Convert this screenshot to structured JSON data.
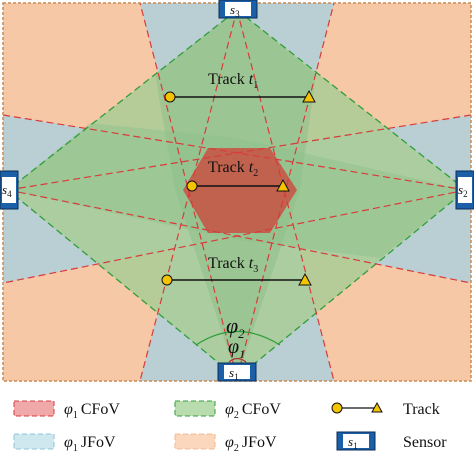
{
  "colors": {
    "phi1_cfov": "#e25a5a",
    "phi2_cfov": "#3aa84a",
    "phi1_jfov": "#8ec6d8",
    "phi2_jfov": "#f5b98c",
    "track_point": "#f5c400",
    "sensor": "#1a5fa8"
  },
  "sensors": [
    {
      "name": "s",
      "sub": "1"
    },
    {
      "name": "s",
      "sub": "2"
    },
    {
      "name": "s",
      "sub": "3"
    },
    {
      "name": "s",
      "sub": "4"
    }
  ],
  "tracks": [
    {
      "label": "Track ",
      "sub": "1"
    },
    {
      "label": "Track ",
      "sub": "2"
    },
    {
      "label": "Track ",
      "sub": "3"
    }
  ],
  "angles": {
    "phi": "φ",
    "outer_sub": "2",
    "inner_sub": "1"
  },
  "legend": {
    "phi1_cfov": {
      "sym": "φ",
      "sub": "1",
      "text": "CFoV"
    },
    "phi2_cfov": {
      "sym": "φ",
      "sub": "2",
      "text": "CFoV"
    },
    "phi1_jfov": {
      "sym": "φ",
      "sub": "1",
      "text": "JFoV"
    },
    "phi2_jfov": {
      "sym": "φ",
      "sub": "2",
      "text": "JFoV"
    },
    "track": "Track",
    "sensor": "Sensor",
    "sensor_sym": "s",
    "sensor_sub": "1"
  }
}
